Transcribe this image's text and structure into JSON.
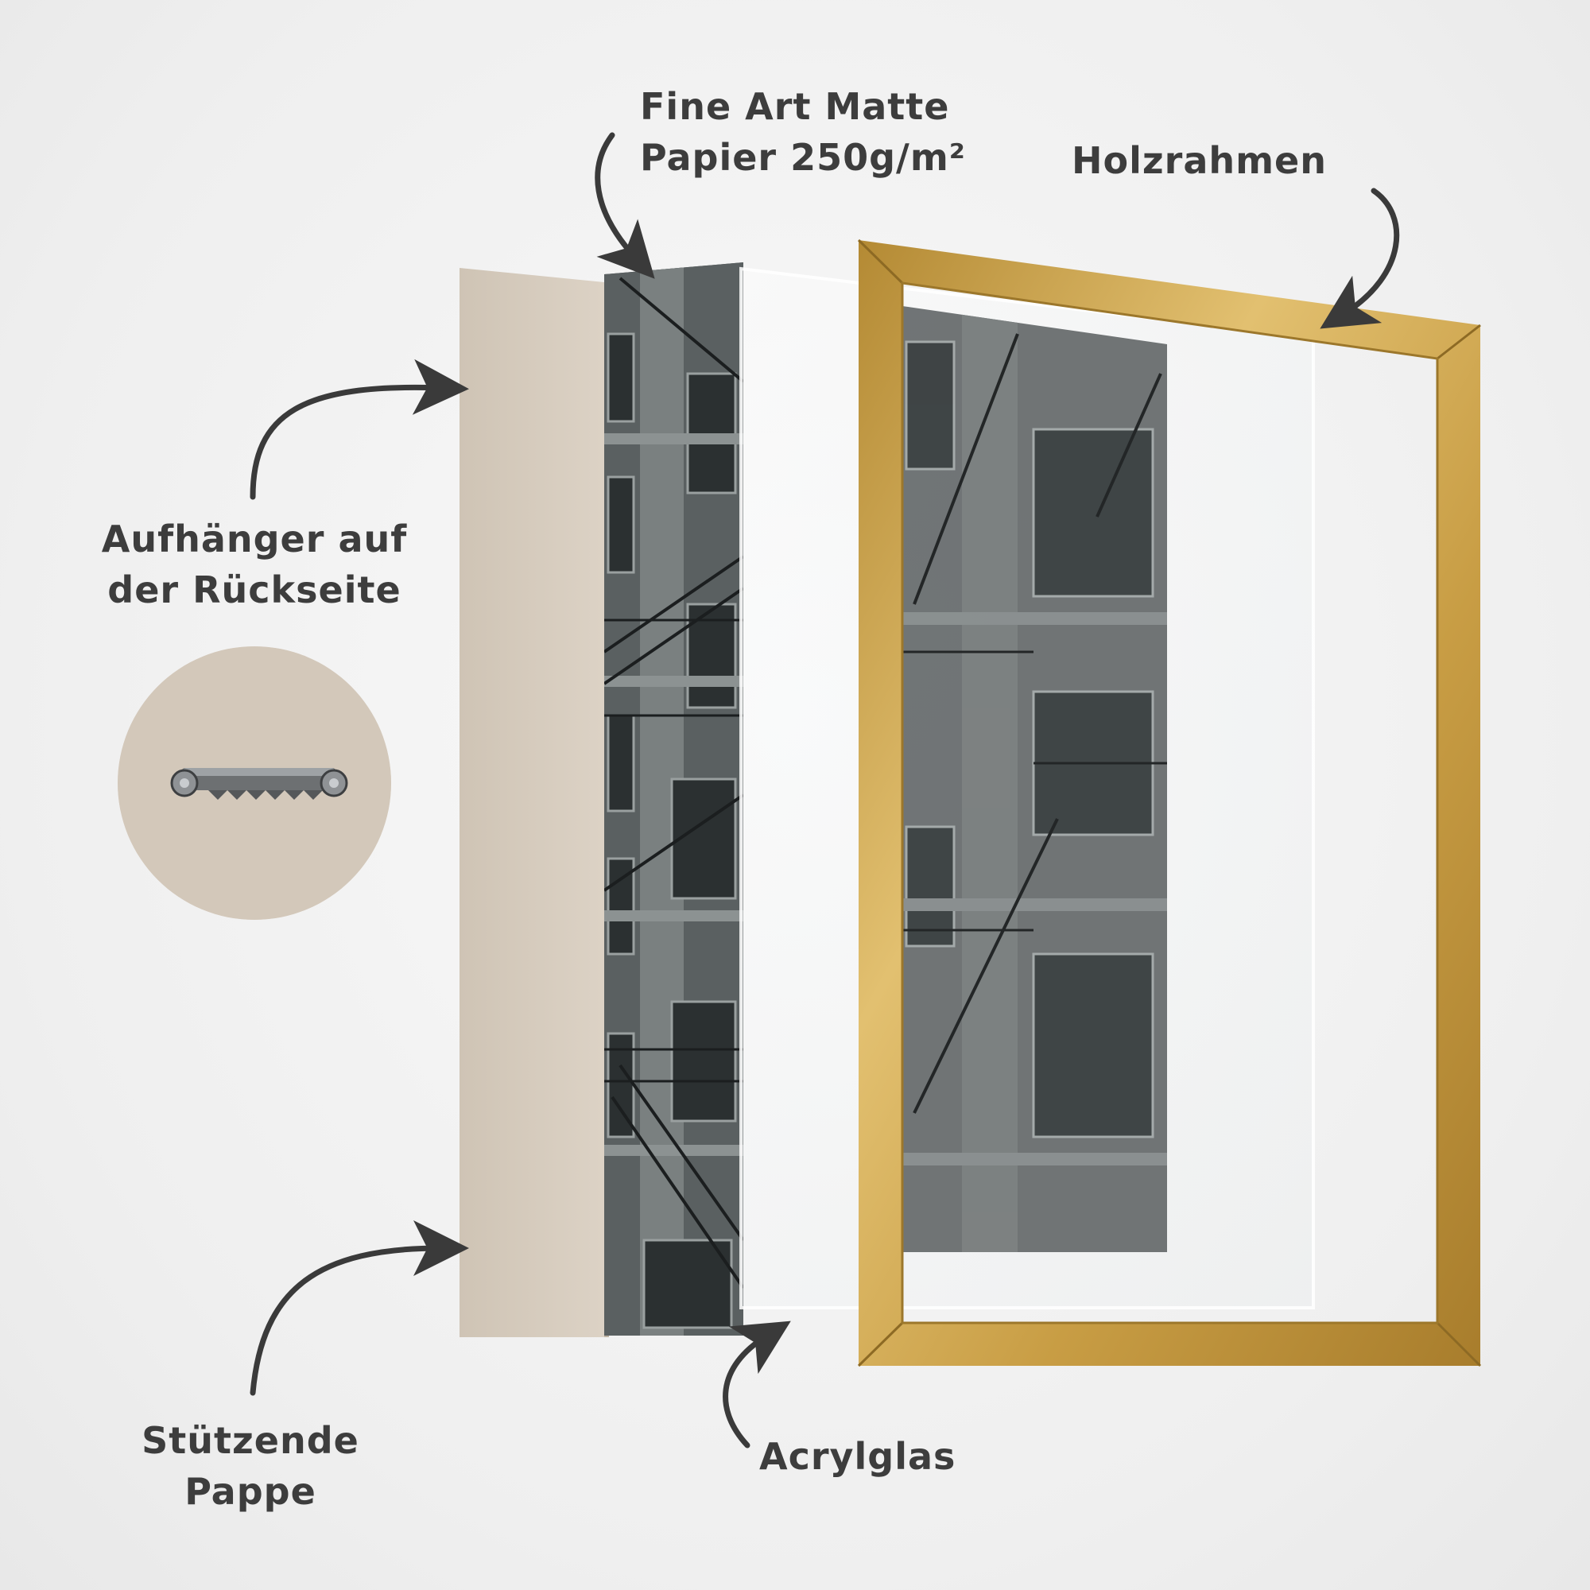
{
  "labels": {
    "paper": "Fine Art Matte\nPapier 250g/m²",
    "frame": "Holzrahmen",
    "hanger": "Aufhänger auf\nder Rückseite",
    "board": "Stützende\nPappe",
    "acrylic": "Acrylglas"
  },
  "colors": {
    "background": "#efefef",
    "label_text": "#3d3d3d",
    "arrow": "#3a3a3a",
    "cardboard": "#d6cbbd",
    "frame_gold": "#c9a24a",
    "building_gray": "#5e6364"
  },
  "icons": {
    "hanger": "sawtooth-hanger-icon"
  }
}
